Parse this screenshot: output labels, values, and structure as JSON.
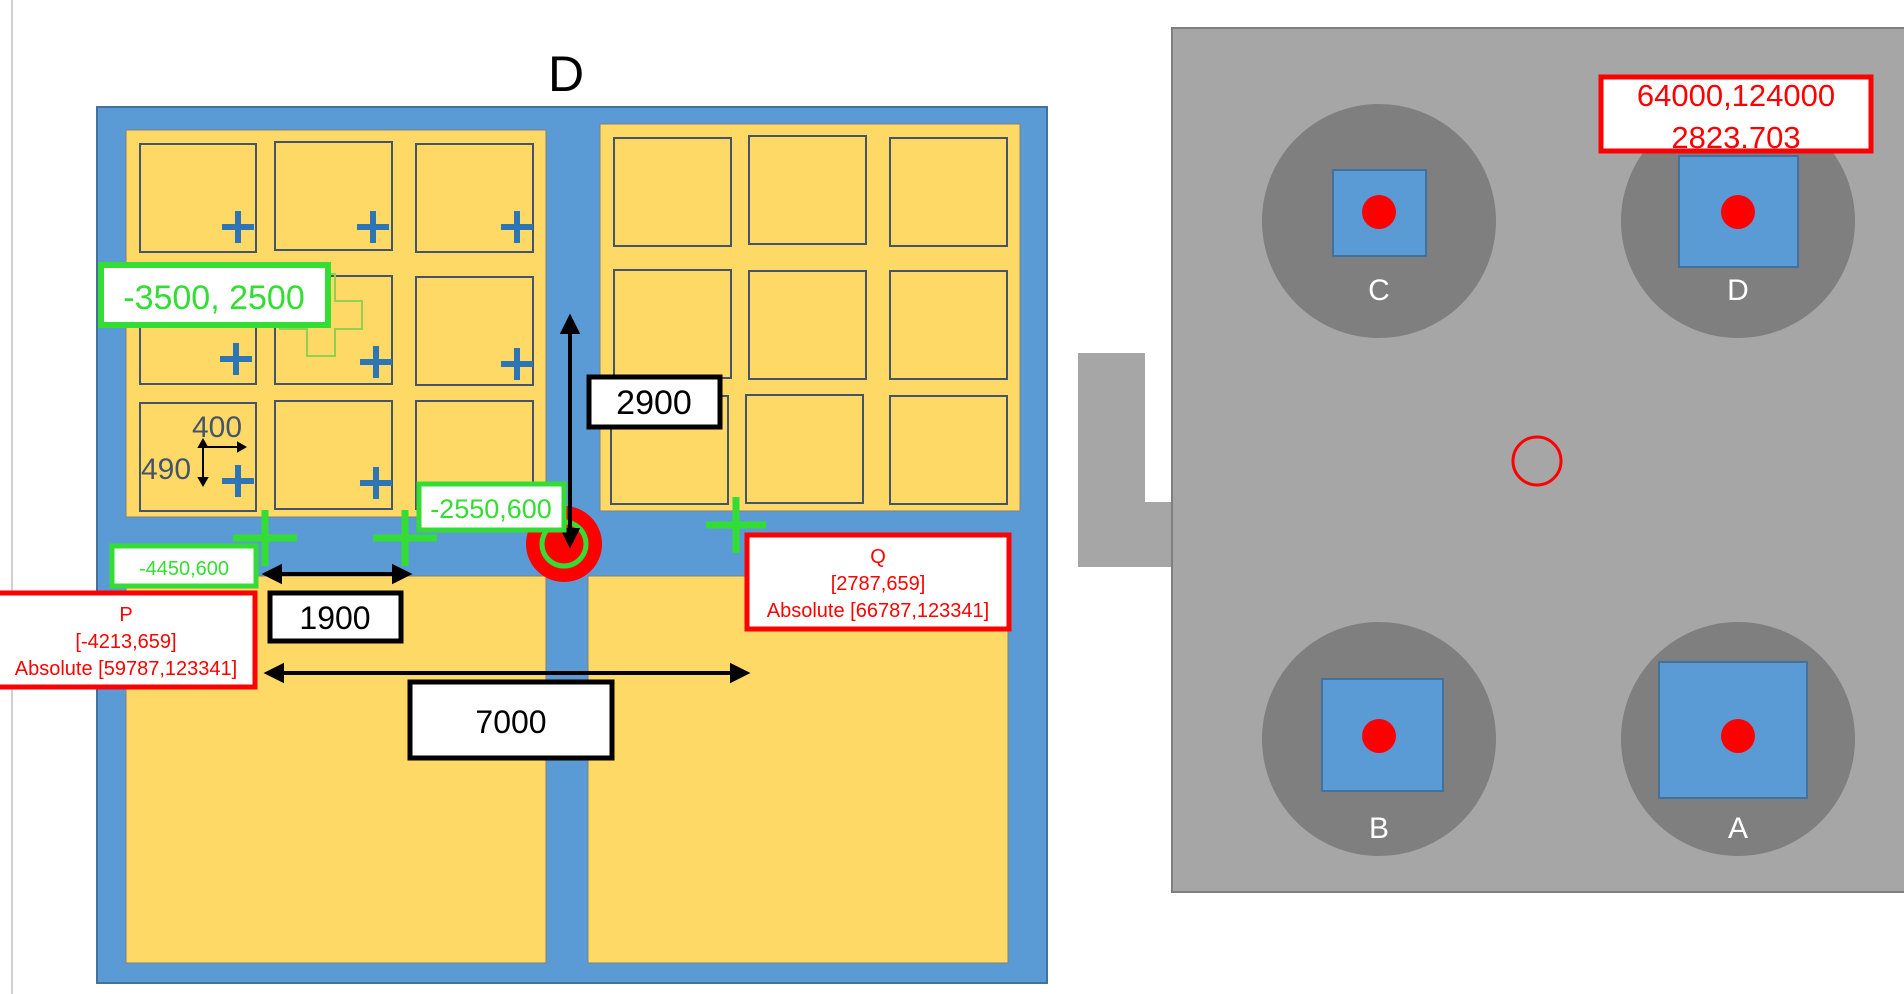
{
  "left_panel": {
    "title": "D",
    "callouts": {
      "green_top": "-3500, 2500",
      "green_mid": "-2550,600",
      "green_low": "-4450,600",
      "dim_2900": "2900",
      "dim_1900": "1900",
      "dim_7000": "7000",
      "dim_400": "400",
      "dim_490": "490"
    },
    "point_p": {
      "name": "P",
      "coords": "[-4213,659]",
      "absolute": "Absolute [59787,123341]"
    },
    "point_q": {
      "name": "Q",
      "coords": "[2787,659]",
      "absolute": "Absolute [66787,123341]"
    }
  },
  "right_panel": {
    "top_right_line1": "64000,124000",
    "top_right_line2": "2823.703",
    "stations": {
      "c": "C",
      "d": "D",
      "b": "B",
      "a": "A"
    }
  },
  "colors": {
    "blue": "#5b9bd5",
    "yellow": "#ffd966",
    "cell_border": "#44546a",
    "plus_blue": "#2e75b6",
    "green": "#33dd33",
    "red": "#ff0000",
    "gray_plate": "#a6a6a6",
    "gray_disk": "#7f7f7f"
  }
}
